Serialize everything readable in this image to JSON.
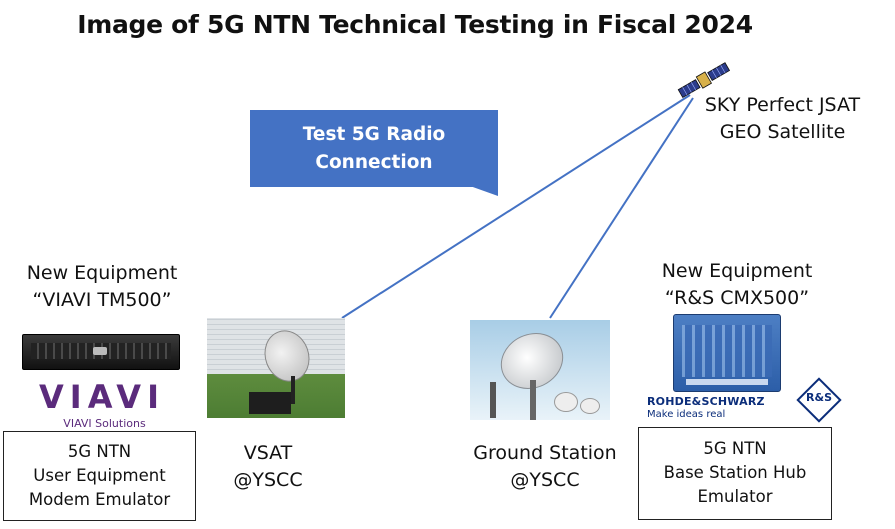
{
  "title": "Image of 5G NTN Technical Testing in Fiscal 2024",
  "satellite": {
    "line1": "SKY Perfect JSAT",
    "line2": "GEO Satellite"
  },
  "bubble": {
    "line1": "Test 5G Radio",
    "line2": "Connection"
  },
  "viavi": {
    "header1": "New Equipment",
    "header2": "“VIAVI TM500”",
    "logo": "VIAVI",
    "logo_sub": "VIAVI Solutions",
    "box": [
      "5G NTN",
      "User Equipment",
      "Modem Emulator"
    ]
  },
  "vsat": {
    "line1": "VSAT",
    "line2": "@YSCC"
  },
  "ground": {
    "line1": "Ground Station",
    "line2": "@YSCC"
  },
  "rs": {
    "header1": "New Equipment",
    "header2": "“R&S CMX500”",
    "logo": "ROHDE&SCHWARZ",
    "logo_sub": "Make ideas real",
    "emblem": "R&S",
    "box": [
      "5G NTN",
      "Base Station Hub",
      "Emulator"
    ]
  },
  "colors": {
    "bubble": "#4472c4",
    "link_line": "#4472c4",
    "viavi": "#5b2b7c",
    "rs": "#0b2d7a"
  }
}
